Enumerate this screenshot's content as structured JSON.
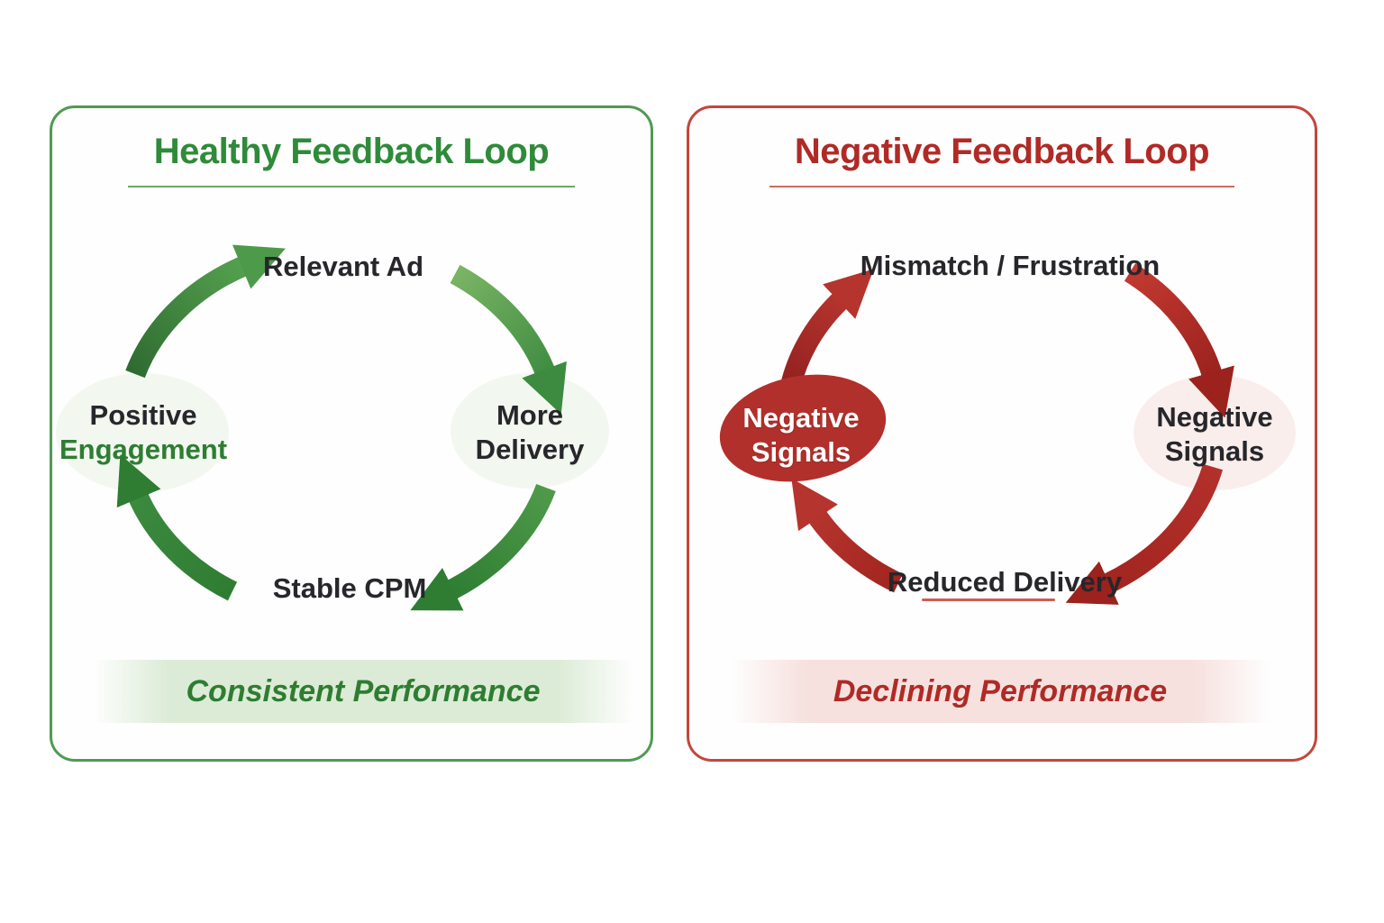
{
  "left_panel": {
    "title": "Healthy Feedback Loop",
    "nodes": {
      "top": "Relevant Ad",
      "right_line1": "More",
      "right_line2": "Delivery",
      "bottom": "Stable CPM",
      "left_line1": "Positive",
      "left_line2": "Engagement"
    },
    "banner": "Consistent Performance",
    "colors": {
      "title": "#2e8b39",
      "accent": "#2e7d32",
      "arrow_dark": "#2f6b31",
      "arrow_light": "#7bb464",
      "border": "#4f9a52",
      "banner_bg": "#dcebd6",
      "node_text": "#26262b",
      "halo": "#f2f8f0"
    }
  },
  "right_panel": {
    "title": "Negative Feedback Loop",
    "nodes": {
      "top": "Mismatch / Frustration",
      "right_line1": "Negative",
      "right_line2": "Signals",
      "bottom": "Reduced Delivery",
      "left_line1": "Negative",
      "left_line2": "Signals"
    },
    "banner": "Declining Performance",
    "colors": {
      "title": "#b02a26",
      "accent": "#b02a26",
      "arrow_dark": "#8f1f1e",
      "arrow_light": "#c23a31",
      "border": "#c4463c",
      "banner_bg": "#f6e1de",
      "blob": "#b2302b",
      "halo": "#faeeec",
      "node_text": "#26262b"
    }
  }
}
